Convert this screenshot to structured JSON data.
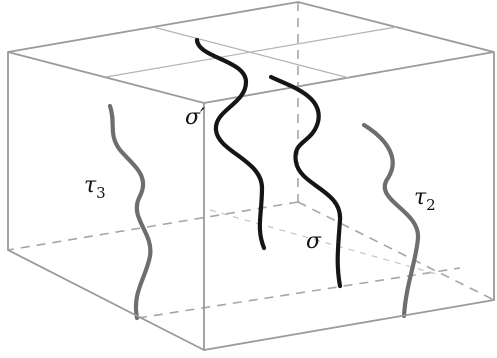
{
  "diagram": {
    "labels": {
      "sigma_prime": "σ′",
      "tau3": "τ",
      "tau3_sub": "3",
      "sigma": "σ",
      "tau2": "τ",
      "tau2_sub": "2"
    },
    "strands": [
      {
        "id": "sigma-prime",
        "style": "dark"
      },
      {
        "id": "sigma",
        "style": "dark"
      },
      {
        "id": "tau3",
        "style": "grey"
      },
      {
        "id": "tau2",
        "style": "grey"
      }
    ],
    "colors": {
      "edge": "#9a9a9a",
      "hidden_edge": "#a6a6a6",
      "strand_dark": "#151515",
      "strand_grey": "#6e6e6e"
    }
  }
}
